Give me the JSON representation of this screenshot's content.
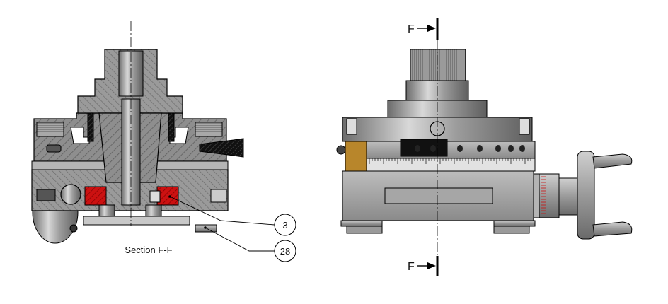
{
  "section_caption": "Section F-F",
  "section_marker_letter": "F",
  "callouts": [
    {
      "number": "3"
    },
    {
      "number": "28"
    }
  ],
  "colors": {
    "steel": "#8e8e8e",
    "steel_light": "#c9c9c9",
    "steel_dark": "#5a5a5a",
    "section_red": "#cc1111",
    "section_black": "#111111",
    "brass": "#b8862b",
    "scale": "#dcdcdc",
    "outline": "#000000"
  },
  "icons": {
    "arrow": "arrow-right-icon"
  }
}
